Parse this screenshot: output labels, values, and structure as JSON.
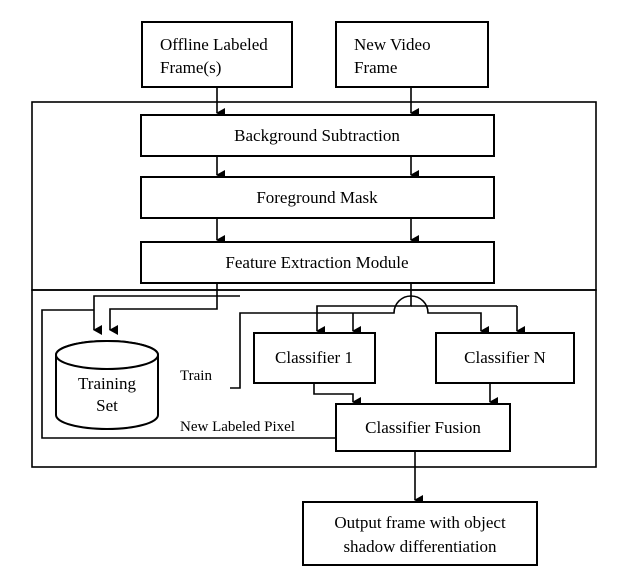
{
  "nodes": {
    "offline_frames": {
      "line1": "Offline Labeled",
      "line2": "Frame(s)"
    },
    "new_video_frame": {
      "line1": "New Video",
      "line2": "Frame"
    },
    "background_subtraction": "Background Subtraction",
    "foreground_mask": "Foreground Mask",
    "feature_extraction": "Feature Extraction Module",
    "training_set": {
      "line1": "Training",
      "line2": "Set"
    },
    "classifier_1": "Classifier 1",
    "classifier_n": "Classifier N",
    "classifier_fusion": "Classifier Fusion",
    "output_frame": {
      "line1": "Output frame with object",
      "line2": "shadow differentiation"
    }
  },
  "edge_labels": {
    "train": "Train",
    "new_labeled_pixel": "New Labeled Pixel"
  }
}
